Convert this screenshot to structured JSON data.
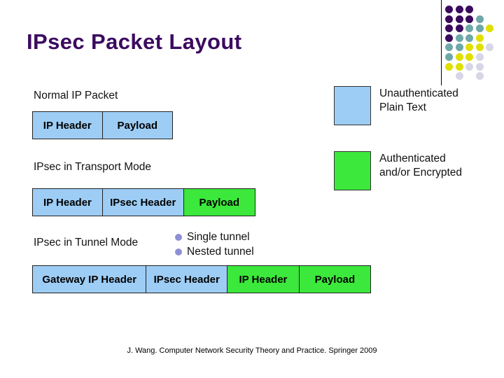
{
  "title": "IPsec Packet Layout",
  "theme": {
    "title_color": "#3B0B60",
    "plain_color": "#9DCDF5",
    "encrypted_color": "#3BE83B",
    "bullet_color": "#8F8FD6",
    "border_color": "#222222",
    "background": "#ffffff"
  },
  "diagram": {
    "rows": [
      {
        "label": "Normal IP Packet",
        "fields": [
          {
            "text": "IP Header",
            "state": "plain",
            "width_pct": 50
          },
          {
            "text": "Payload",
            "state": "plain",
            "width_pct": 50
          }
        ]
      },
      {
        "label": "IPsec in Transport Mode",
        "fields": [
          {
            "text": "IP Header",
            "state": "plain",
            "width_pct": 31.5
          },
          {
            "text": "IPsec Header",
            "state": "plain",
            "width_pct": 36.5
          },
          {
            "text": "Payload",
            "state": "encrypted",
            "width_pct": 32
          }
        ]
      },
      {
        "label": "IPsec in Tunnel Mode",
        "fields": [
          {
            "text": "Gateway IP Header",
            "state": "plain",
            "width_pct": 33.7
          },
          {
            "text": "IPsec Header",
            "state": "plain",
            "width_pct": 24.0
          },
          {
            "text": "IP Header",
            "state": "encrypted",
            "width_pct": 21.3
          },
          {
            "text": "Payload",
            "state": "encrypted",
            "width_pct": 21.0
          }
        ]
      }
    ]
  },
  "tunnel_bullets": [
    {
      "text": "Single tunnel"
    },
    {
      "text": "Nested tunnel"
    }
  ],
  "legend": {
    "plain": {
      "line1": "Unauthenticated",
      "line2": "Plain Text"
    },
    "encrypted": {
      "line1": "Authenticated",
      "line2": "and/or Encrypted"
    }
  },
  "citation": "J. Wang. Computer Network Security Theory and Practice. Springer 2009",
  "decoration": {
    "rule": "vertical-rule",
    "dot_colors": {
      "purple": "#3A0A5E",
      "teal": "#6FA8A8",
      "yellow": "#E0E000",
      "lavender": "#D6D6E6"
    },
    "dot_grid": [
      [
        "purple",
        "purple",
        "purple",
        null,
        null
      ],
      [
        "purple",
        "purple",
        "purple",
        "teal",
        null
      ],
      [
        "purple",
        "purple",
        "teal",
        "teal",
        "yellow"
      ],
      [
        "purple",
        "teal",
        "teal",
        "yellow",
        null
      ],
      [
        "teal",
        "teal",
        "yellow",
        "yellow",
        "lavender"
      ],
      [
        "teal",
        "yellow",
        "yellow",
        "lavender",
        null
      ],
      [
        "yellow",
        "yellow",
        "lavender",
        "lavender",
        null
      ],
      [
        null,
        "lavender",
        null,
        "lavender",
        null
      ]
    ]
  }
}
